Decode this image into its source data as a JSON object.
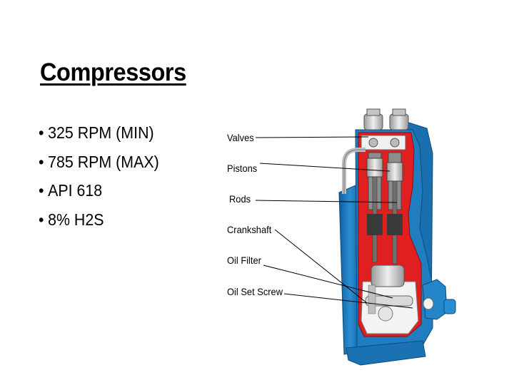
{
  "slide": {
    "title": "Compressors",
    "bullets": [
      "325 RPM (MIN)",
      "785 RPM (MAX)",
      "API 618",
      "8% H2S"
    ]
  },
  "diagram": {
    "labels": {
      "valves": "Valves",
      "pistons": "Pistons",
      "rods": "Rods",
      "crankshaft": "Crankshaft",
      "oil_filter": "Oil Filter",
      "oil_set_screw": "Oil Set Screw"
    }
  },
  "colors": {
    "housing_blue": "#1d7bbf",
    "cutaway_red": "#e02020",
    "metal_grey": "#cfcfcf"
  }
}
